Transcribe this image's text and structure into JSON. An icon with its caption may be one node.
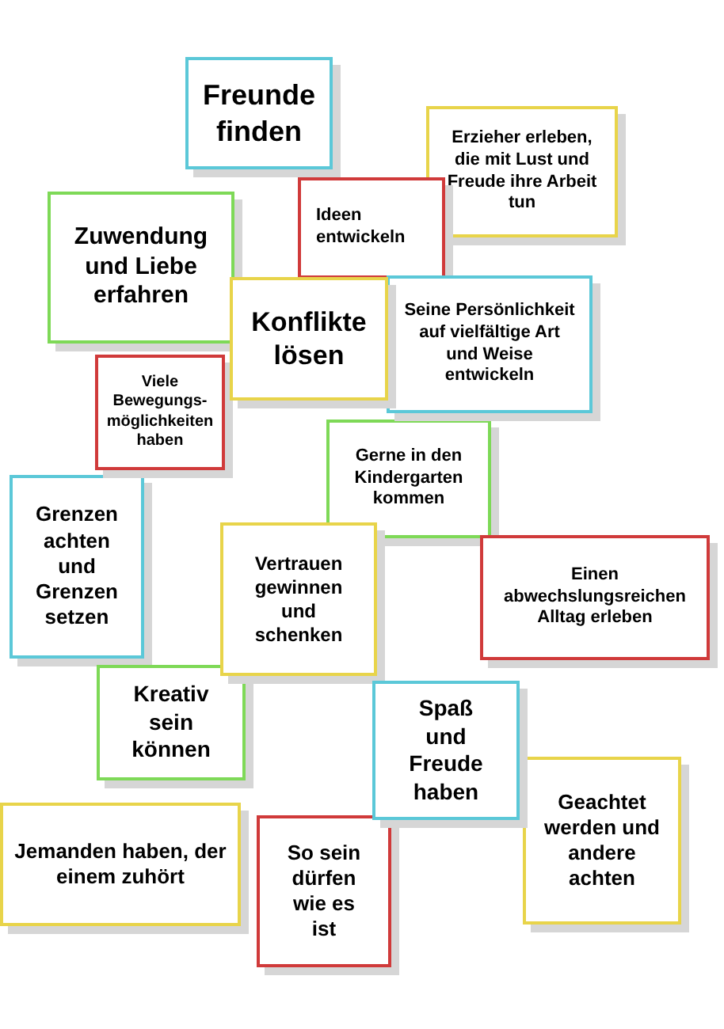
{
  "diagram": {
    "nodes": [
      {
        "text": [
          "Freunde finden"
        ]
      },
      {
        "text": [
          "Erzieher erleben, die mit Lust und Freude ihre Arbeit tun"
        ]
      },
      {
        "text": [
          "Zuwendung und Liebe erfahren"
        ]
      },
      {
        "text": [
          "Ideen entwickeln"
        ]
      },
      {
        "text": [
          "Konflikte lösen"
        ]
      },
      {
        "text": [
          "Seine Persönlichkeit auf vielfältige Art und Weise entwickeln"
        ]
      },
      {
        "text": [
          "Viele Bewegungs-möglichkeiten haben"
        ]
      },
      {
        "text": [
          "Gerne in den Kindergarten kommen"
        ]
      },
      {
        "text": [
          "Grenzen achten und Grenzen setzen"
        ]
      },
      {
        "text": [
          "Vertrauen gewinnen und schenken"
        ]
      },
      {
        "text": [
          "Einen abwechslungsreichen Alltag erleben"
        ]
      },
      {
        "text": [
          "Kreativ sein können"
        ]
      },
      {
        "text": [
          "Spaß und Freude haben"
        ]
      },
      {
        "text": [
          "Geachtet werden und andere achten"
        ]
      },
      {
        "text": [
          "Jemanden haben, der einem zuhört"
        ]
      },
      {
        "text": [
          "So sein dürfen wie es ist"
        ]
      }
    ]
  }
}
